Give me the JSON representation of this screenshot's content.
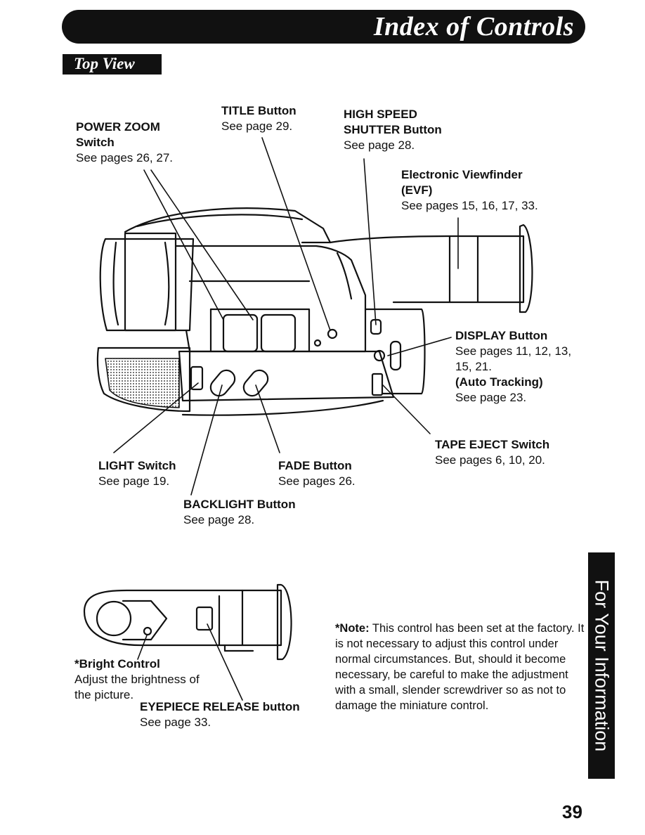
{
  "header": {
    "title": "Index of Controls"
  },
  "section": {
    "title": "Top View"
  },
  "callouts": {
    "power_zoom": {
      "name_line1": "POWER ZOOM",
      "name_line2": "Switch",
      "ref": "See pages 26, 27."
    },
    "title_button": {
      "name": "TITLE Button",
      "ref": "See page 29."
    },
    "high_speed": {
      "name_line1": "HIGH SPEED",
      "name_line2": "SHUTTER Button",
      "ref": "See page 28."
    },
    "evf": {
      "name_line1": "Electronic Viewfinder",
      "name_line2": "(EVF)",
      "ref": "See pages 15, 16, 17, 33."
    },
    "display": {
      "name": "DISPLAY Button",
      "ref_line1": "See pages 11, 12, 13,",
      "ref_line2": "15, 21.",
      "sub_name": "(Auto Tracking)",
      "sub_ref": "See page 23."
    },
    "tape_eject": {
      "name": "TAPE EJECT Switch",
      "ref": "See pages 6, 10, 20."
    },
    "light": {
      "name": "LIGHT Switch",
      "ref": "See page 19."
    },
    "fade": {
      "name": "FADE Button",
      "ref": "See pages 26."
    },
    "backlight": {
      "name": "BACKLIGHT Button",
      "ref": "See page 28."
    },
    "bright": {
      "name": "*Bright Control",
      "ref_line1": "Adjust the brightness of",
      "ref_line2": "the picture."
    },
    "eyepiece": {
      "name": "EYEPIECE RELEASE button",
      "ref": "See page 33."
    }
  },
  "note": {
    "label": "*Note:",
    "text": "This control has been set at the factory. It is not necessary to adjust this control under normal circumstances. But, should it become necessary, be careful to make the adjustment with a small, slender screwdriver so as not to damage the miniature control."
  },
  "side_tab": {
    "label": "For Your Information"
  },
  "page_number": "39"
}
